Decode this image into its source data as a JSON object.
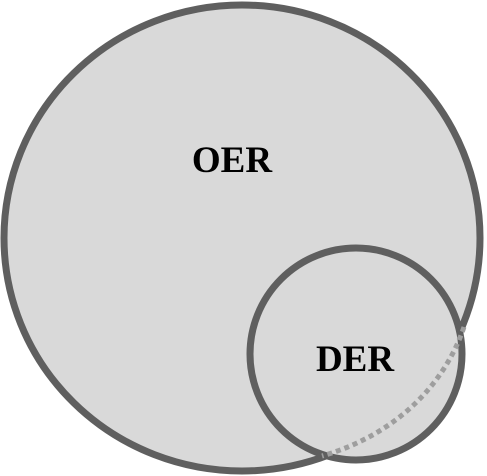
{
  "diagram": {
    "type": "venn-nested",
    "colors": {
      "fill": "#d9d9d9",
      "stroke": "#5f5f5f",
      "label": "#000000",
      "background": "#ffffff"
    },
    "sets": [
      {
        "id": "oer",
        "label": "OER"
      },
      {
        "id": "der",
        "label": "DER"
      }
    ]
  }
}
